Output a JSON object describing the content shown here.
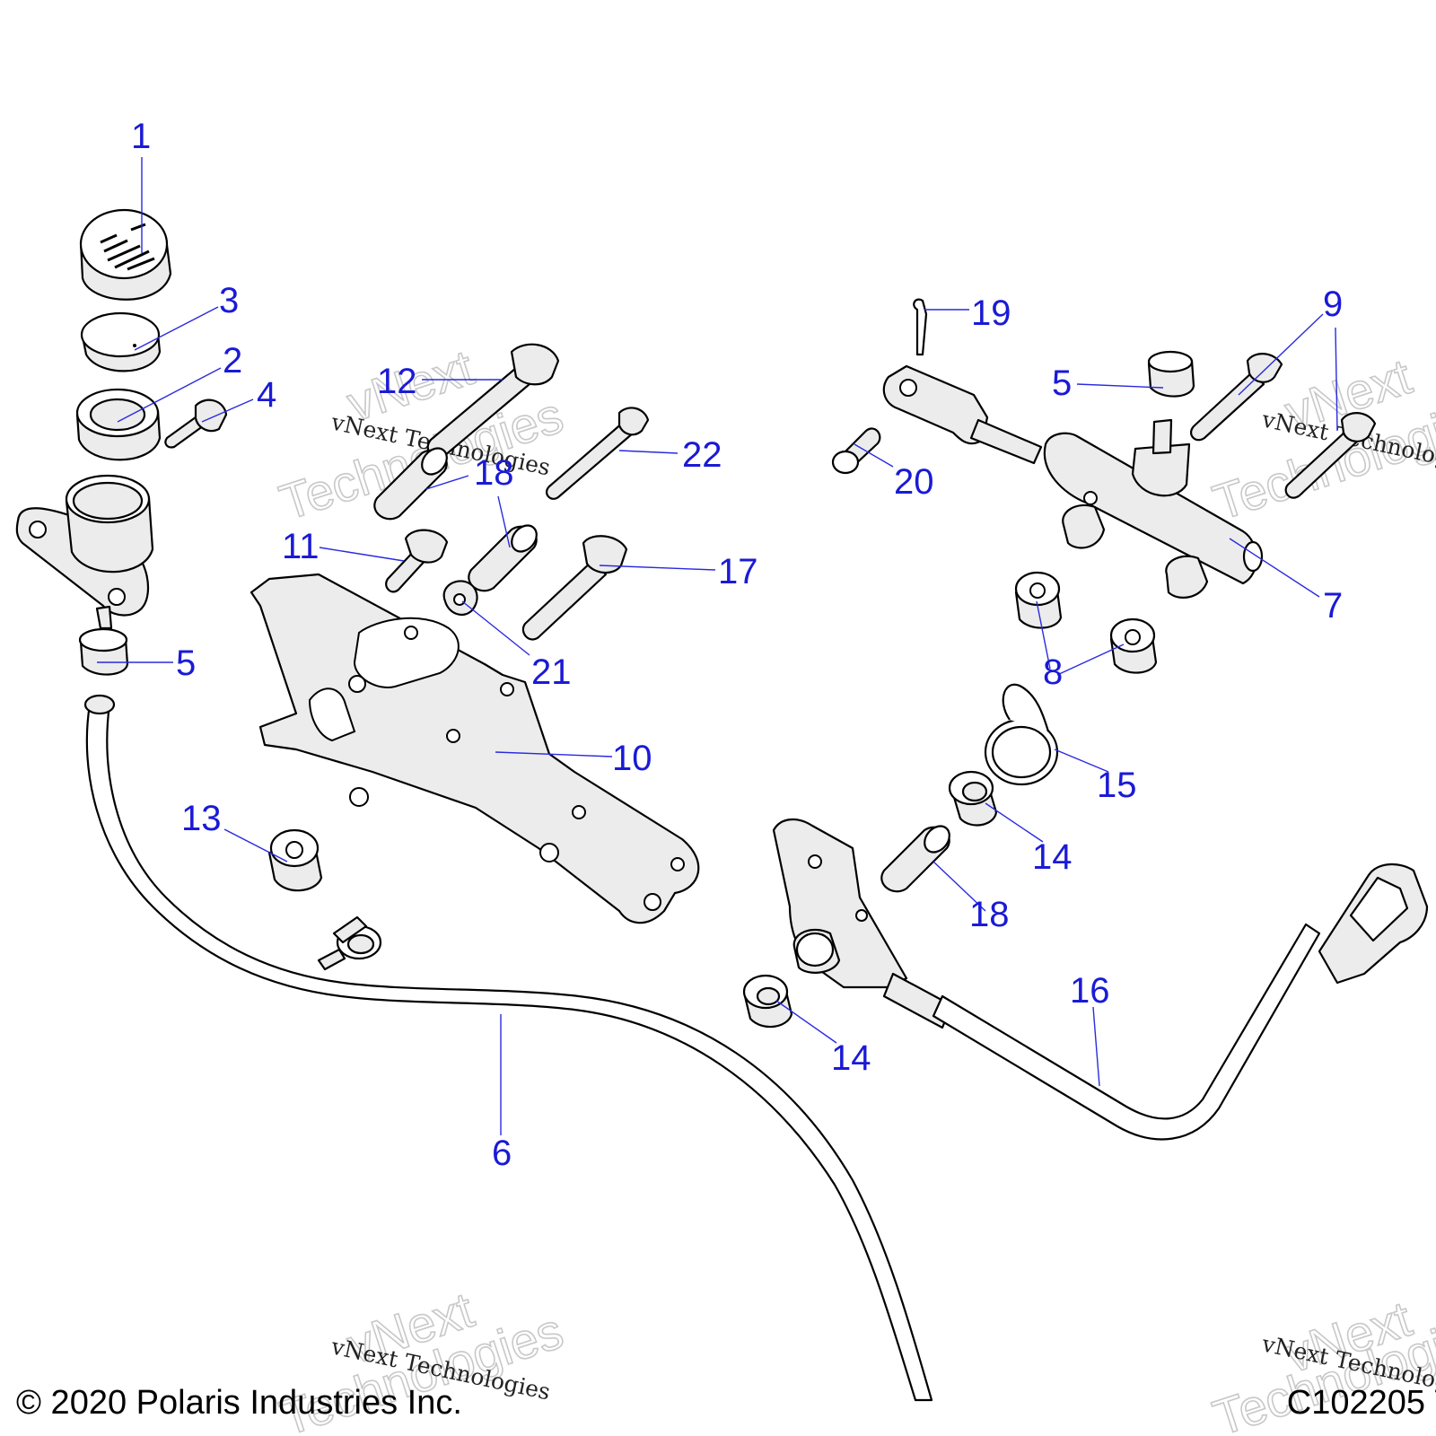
{
  "diagram": {
    "callouts": [
      "1",
      "3",
      "2",
      "4",
      "5",
      "12",
      "22",
      "18",
      "11",
      "17",
      "21",
      "10",
      "13",
      "6",
      "19",
      "9",
      "5",
      "20",
      "7",
      "8",
      "15",
      "14",
      "18",
      "16",
      "14"
    ]
  },
  "watermarks": {
    "company": "vNext Technologies",
    "word_top": "vNext",
    "word_bottom": "Technologies"
  },
  "footer": {
    "copyright": "© 2020 Polaris Industries Inc.",
    "code": "C102205"
  },
  "colors": {
    "callout": "#1a1ad6",
    "leader": "#2a2ae0",
    "line_art": "#000000",
    "part_fill": "#ececec"
  }
}
